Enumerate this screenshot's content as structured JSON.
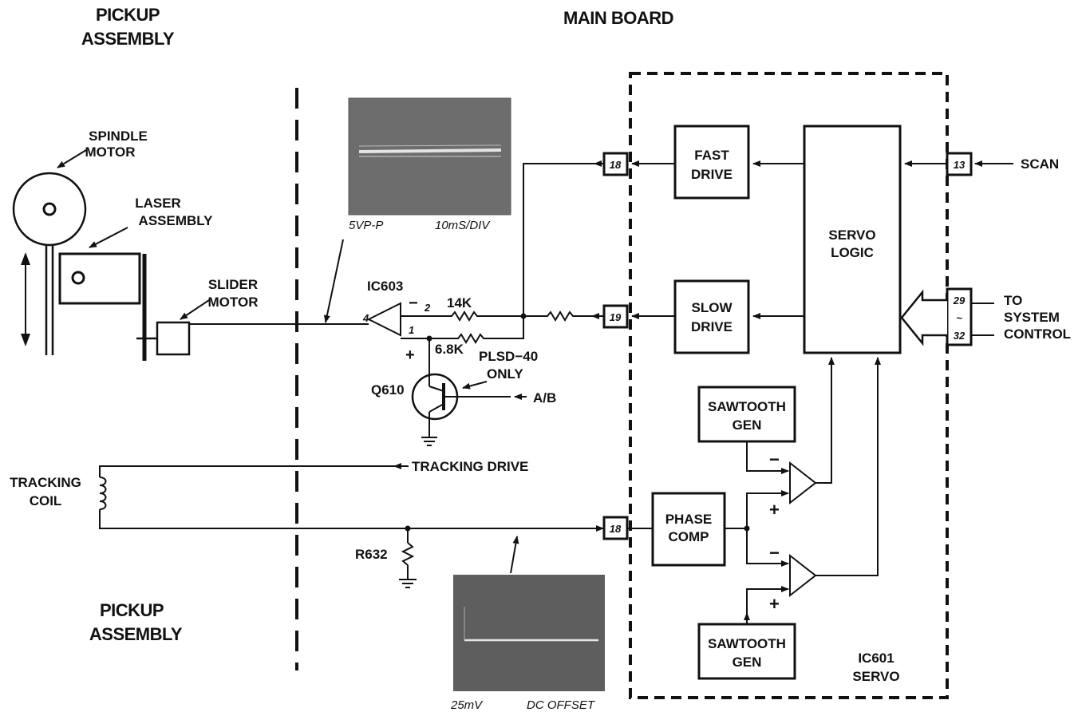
{
  "headers": {
    "pickup_top": [
      "PICKUP",
      "ASSEMBLY"
    ],
    "main_board": "MAIN BOARD",
    "pickup_bottom": [
      "PICKUP",
      "ASSEMBLY"
    ]
  },
  "pickup": {
    "spindle_motor": [
      "SPINDLE",
      "MOTOR"
    ],
    "laser_assembly": [
      "LASER",
      "ASSEMBLY"
    ],
    "slider_motor": [
      "SLIDER",
      "MOTOR"
    ],
    "tracking_coil": [
      "TRACKING",
      "COIL"
    ]
  },
  "circuit": {
    "ic603": "IC603",
    "pin_minus": "2",
    "pin_plus": "1",
    "pin_out": "4",
    "minus_sign": "−",
    "plus_sign": "+",
    "r_14k": "14K",
    "r_6_8k": "6.8K",
    "plsd": [
      "PLSD−40",
      "ONLY"
    ],
    "q610": "Q610",
    "ab_signal": "A/B",
    "tracking_drive": "TRACKING DRIVE",
    "r632": "R632"
  },
  "scopes": {
    "top": {
      "volts": "5VP-P",
      "timebase": "10mS/DIV"
    },
    "bottom": {
      "volts": "25mV",
      "note": "DC OFFSET"
    }
  },
  "ic601": {
    "fast_drive": [
      "FAST",
      "DRIVE"
    ],
    "slow_drive": [
      "SLOW",
      "DRIVE"
    ],
    "servo_logic": [
      "SERVO",
      "LOGIC"
    ],
    "sawtooth_top": [
      "SAWTOOTH",
      "GEN"
    ],
    "sawtooth_bottom": [
      "SAWTOOTH",
      "GEN"
    ],
    "phase_comp": [
      "PHASE",
      "COMP"
    ],
    "comp_minus": "−",
    "comp_plus": "+",
    "label": [
      "IC601",
      "SERVO"
    ]
  },
  "pins": {
    "p18_top": "18",
    "p19": "19",
    "p18_bottom": "18",
    "p13": "13",
    "p29": "29",
    "p_tilde": "~",
    "p32": "32"
  },
  "external": {
    "scan": "SCAN",
    "system_control": [
      "TO",
      "SYSTEM",
      "CONTROL"
    ]
  }
}
